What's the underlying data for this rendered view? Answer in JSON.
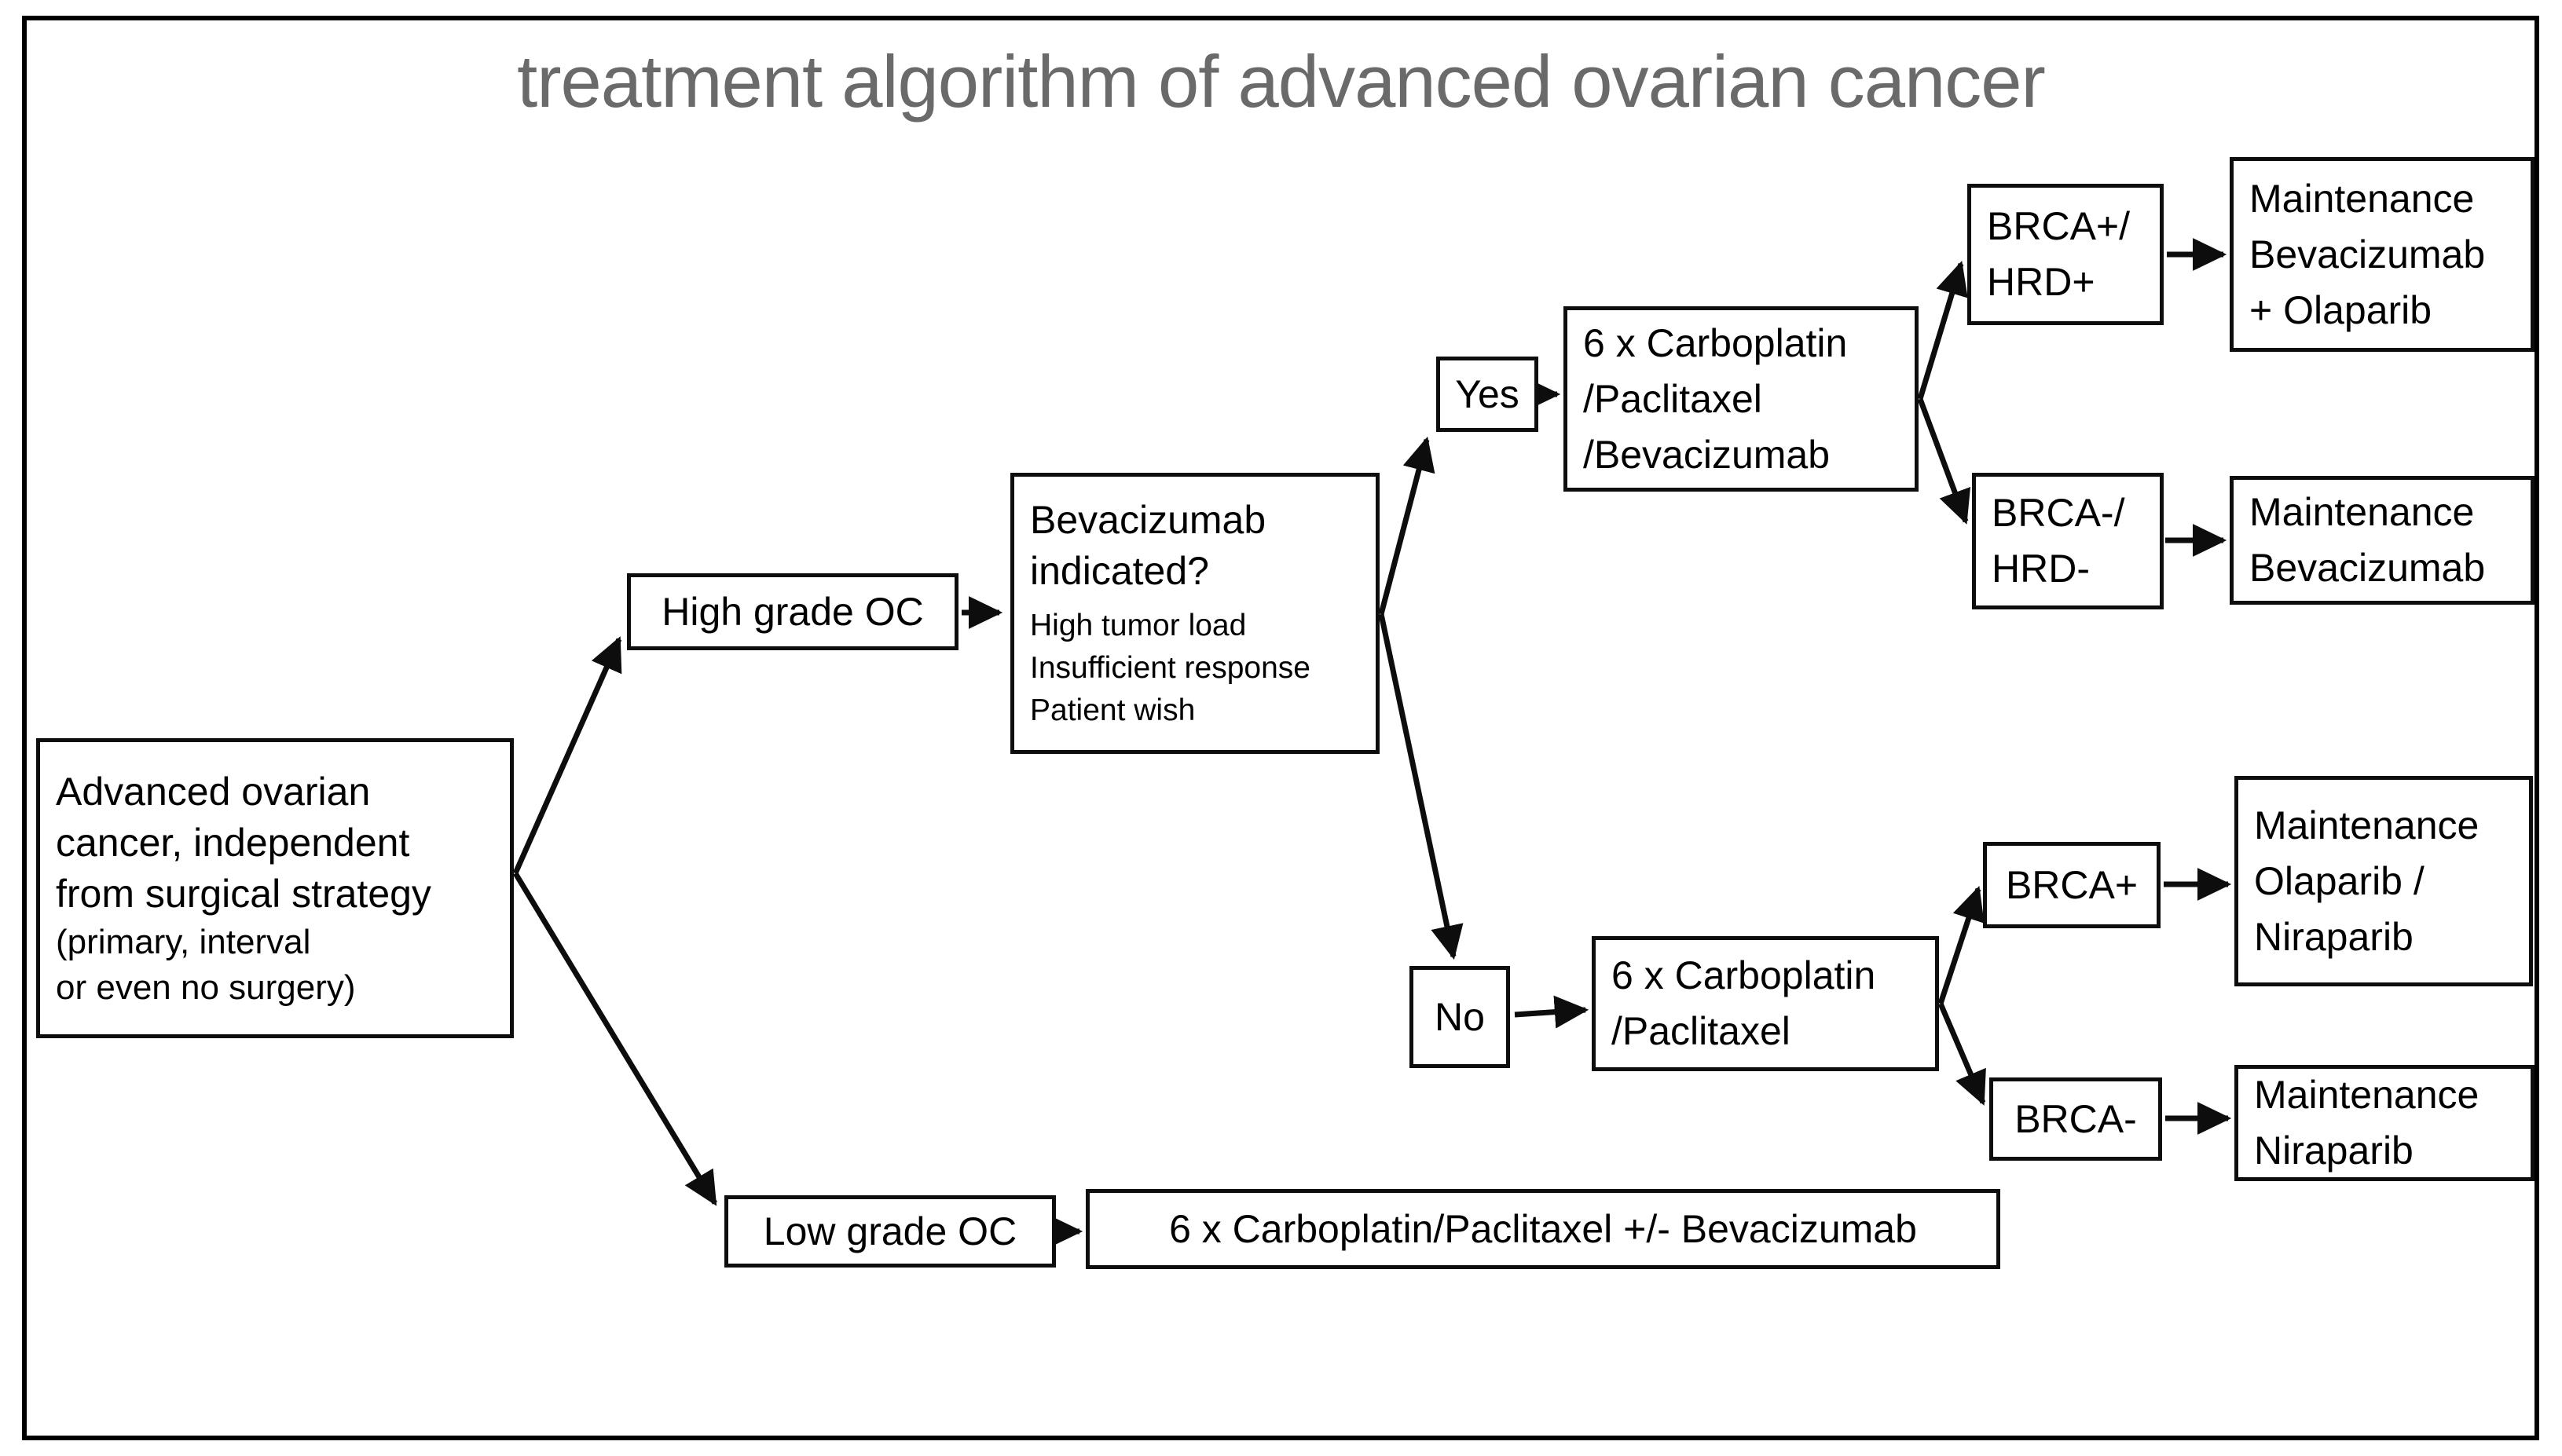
{
  "title": "treatment algorithm of advanced ovarian cancer",
  "colors": {
    "background": "#ffffff",
    "frame_border": "#000000",
    "box_border": "#0d0d0d",
    "title_text": "#6a6a6a",
    "body_text": "#000000"
  },
  "nodes": {
    "advanced": {
      "main": "Advanced ovarian\ncancer, independent\nfrom surgical strategy",
      "sub": "(primary, interval\nor even no surgery)"
    },
    "high_grade": {
      "label": "High grade OC"
    },
    "bev_question": {
      "main": "Bevacizumab\nindicated?",
      "sub": "High tumor load\nInsufficient response\nPatient wish"
    },
    "yes": {
      "label": "Yes"
    },
    "no": {
      "label": "No"
    },
    "chemo_bev": {
      "label": "6 x Carboplatin\n/Paclitaxel\n/Bevacizumab"
    },
    "chemo": {
      "label": "6 x Carboplatin\n/Paclitaxel"
    },
    "brca_hrd_pos": {
      "label": "BRCA+/\nHRD+"
    },
    "brca_hrd_neg": {
      "label": "BRCA-/\nHRD-"
    },
    "brca_pos": {
      "label": "BRCA+"
    },
    "brca_neg": {
      "label": "BRCA-"
    },
    "maint_bev_ola": {
      "label": "Maintenance\nBevacizumab\n+ Olaparib"
    },
    "maint_bev": {
      "label": "Maintenance\nBevacizumab"
    },
    "maint_ola_nira": {
      "label": "Maintenance\nOlaparib /\nNiraparib"
    },
    "maint_nira": {
      "label": "Maintenance\nNiraparib"
    },
    "low_grade": {
      "label": "Low grade OC"
    },
    "low_grade_chemo": {
      "label": "6 x Carboplatin/Paclitaxel +/- Bevacizumab"
    }
  }
}
